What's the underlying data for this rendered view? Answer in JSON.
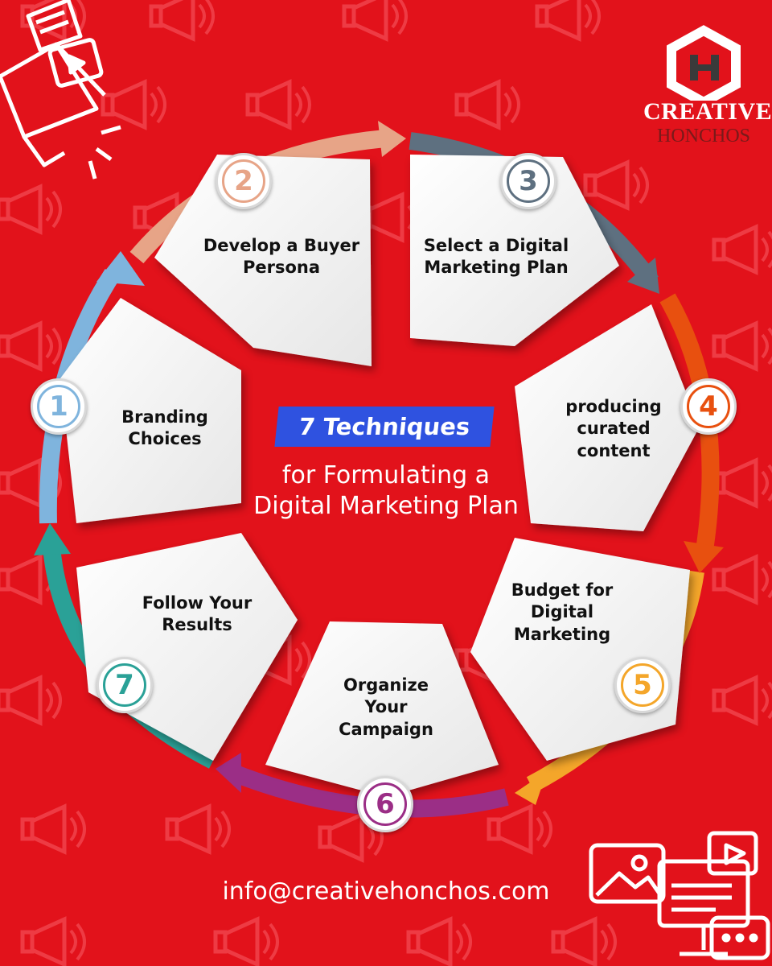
{
  "brand": {
    "line1": "CREATIVE",
    "line2": "HONCHOS"
  },
  "center": {
    "title": "7 Techniques",
    "subtitle": "for Formulating a Digital Marketing Plan"
  },
  "steps": [
    {
      "number": "1",
      "label": "Branding Choices",
      "color": "#7fb4dd"
    },
    {
      "number": "2",
      "label": "Develop a Buyer Persona",
      "color": "#e7a487"
    },
    {
      "number": "3",
      "label": "Select a Digital Marketing Plan",
      "color": "#5e7080"
    },
    {
      "number": "4",
      "label": "producing curated content",
      "color": "#e8500f"
    },
    {
      "number": "5",
      "label": "Budget for Digital Marketing",
      "color": "#f4a62a"
    },
    {
      "number": "6",
      "label": "Organize Your Campaign",
      "color": "#9b2e86"
    },
    {
      "number": "7",
      "label": "Follow Your Results",
      "color": "#2aa197"
    }
  ],
  "contact": {
    "email": "info@creativehonchos.com"
  },
  "colors": {
    "background": "#e2121b",
    "title_band": "#2f52e0",
    "text": "#111111",
    "card": "#fafafa"
  },
  "icons": [
    "megaphone-icon",
    "creative-honchos-logo",
    "digital-marketing-icon"
  ]
}
